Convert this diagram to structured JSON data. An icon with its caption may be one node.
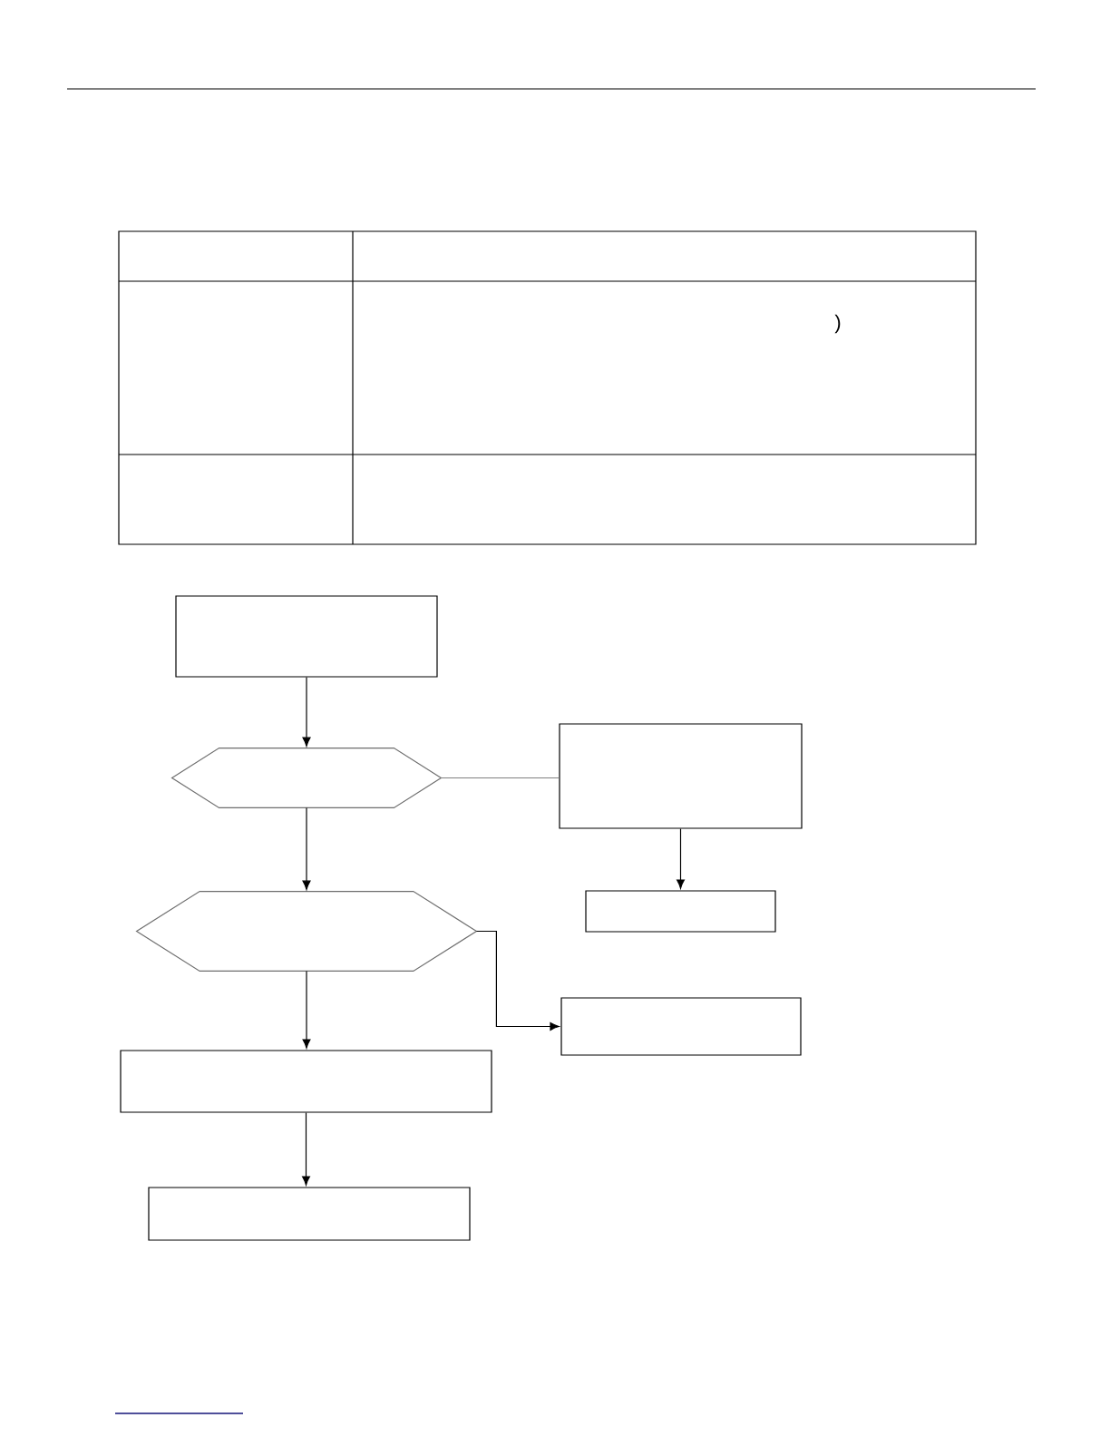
{
  "diagram": {
    "nodes": [
      {
        "text": [],
        "shape": "box"
      },
      {
        "text": [],
        "shape": "hexagon"
      },
      {
        "text": [],
        "shape": "box"
      },
      {
        "text": [],
        "shape": "box"
      },
      {
        "text": [],
        "shape": "hexagon"
      },
      {
        "text": [],
        "shape": "box"
      },
      {
        "text": [],
        "shape": "box"
      },
      {
        "text": [],
        "shape": "box"
      }
    ],
    "edges": [
      {
        "from": 0,
        "to": 1,
        "arrow": "to"
      },
      {
        "from": 1,
        "to": 2,
        "arrow": "none",
        "color": "#808080"
      },
      {
        "from": 2,
        "to": 3,
        "arrow": "to"
      },
      {
        "from": 1,
        "to": 4,
        "arrow": "to"
      },
      {
        "from": 4,
        "to": 5,
        "arrow": "to"
      },
      {
        "from": 4,
        "to": 6,
        "arrow": "to"
      },
      {
        "from": 6,
        "to": 7,
        "arrow": "to"
      }
    ],
    "labels": [
      ")"
    ]
  }
}
